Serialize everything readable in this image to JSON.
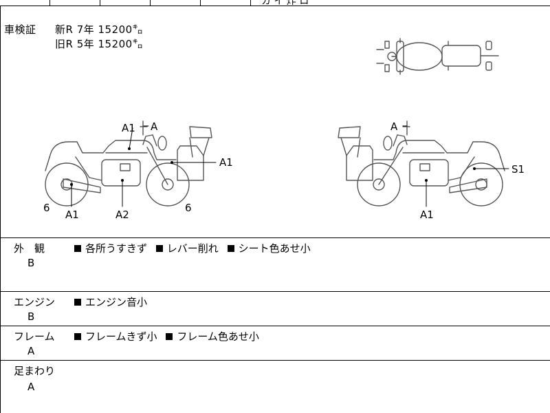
{
  "top_strip": {
    "fragment": "カ  イ  炸  ロ"
  },
  "registration": {
    "label": "車検証",
    "new_line": "新R  7年   15200㌔",
    "old_line": "旧R  5年   15200㌔"
  },
  "left_bike_labels": {
    "a1_tank": "A1",
    "a_handle": "A",
    "a1_case": "A1",
    "six_left": "6",
    "a1_bottom": "A1",
    "a2_bottom": "A2",
    "six_right": "6"
  },
  "right_bike_labels": {
    "a_handle": "A",
    "s1": "S1",
    "a1_bottom": "A1"
  },
  "sections": [
    {
      "category": "外　観",
      "grade": "B",
      "notes": [
        "各所うすきず",
        "レバー削れ",
        "シート色あせ小"
      ]
    },
    {
      "category": "エンジン",
      "grade": "B",
      "notes": [
        "エンジン音小"
      ]
    },
    {
      "category": "フレーム",
      "grade": "A",
      "notes": [
        "フレームきず小",
        "フレーム色あせ小"
      ]
    },
    {
      "category": "足まわり",
      "grade": "A",
      "notes": []
    }
  ]
}
